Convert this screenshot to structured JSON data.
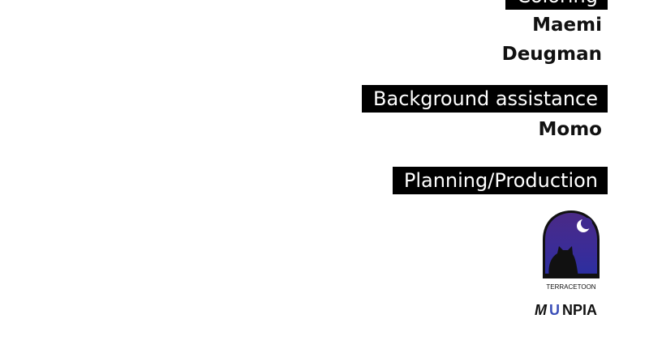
{
  "credits": {
    "top_label": "Coloring",
    "top_names": [
      "Maemi",
      "Deugman"
    ],
    "background_label": "Background assistance",
    "background_names": [
      "Momo"
    ],
    "planning_label": "Planning/Production"
  },
  "logos": {
    "studio": {
      "text": "TERRACETOON",
      "colors": {
        "sky_top": "#4a2a86",
        "sky_bottom": "#2a2fa0",
        "moon": "#ffffff",
        "cat": "#111111",
        "outline": "#111111"
      }
    },
    "publisher": {
      "text": "MUNPIA",
      "colors": {
        "main": "#111111",
        "accent": "#3b4fb8"
      }
    }
  }
}
